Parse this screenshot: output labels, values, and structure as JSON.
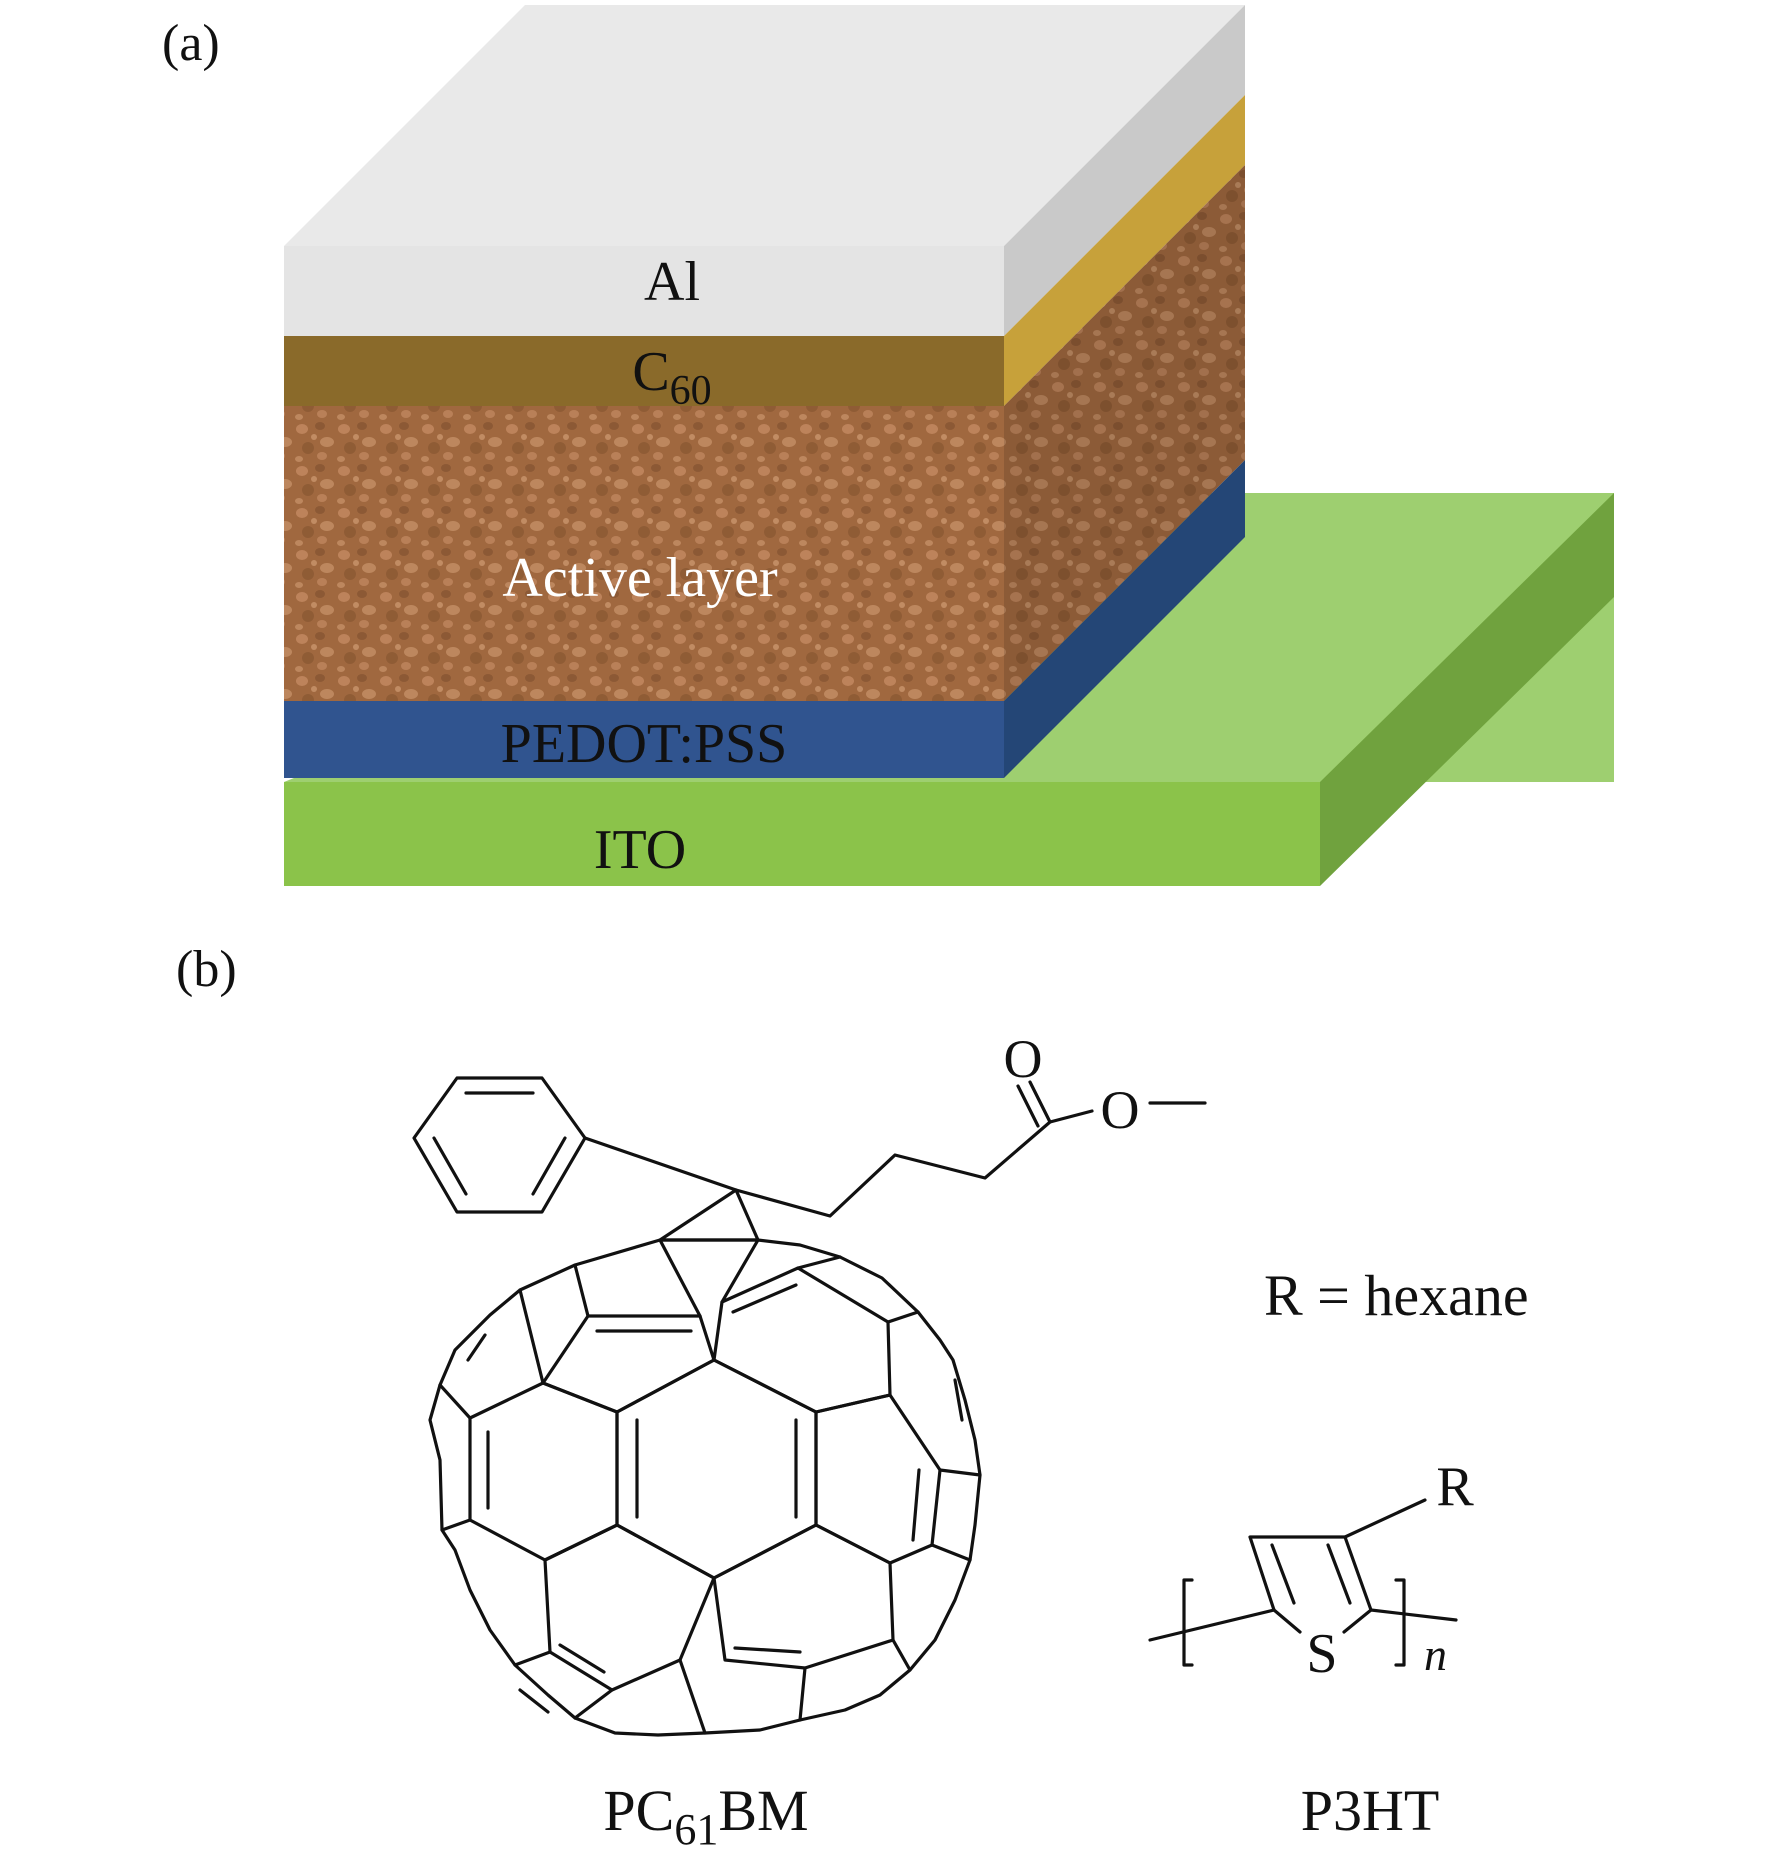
{
  "panel_a": {
    "label": "(a)",
    "layers": {
      "al": "Al",
      "c60_main": "C",
      "c60_sub": "60",
      "active": "Active layer",
      "pedot": "PEDOT:PSS",
      "ito": "ITO"
    },
    "colors": {
      "al_front": "#e4e4e4",
      "al_top": "#e9e9e9",
      "al_side": "#c9c9c9",
      "c60": "#8a6a2a",
      "c60_side": "#c7a13a",
      "active": "#a0683f",
      "pedot": "#30548f",
      "pedot_side": "#244676",
      "ito_front": "#8bc34a",
      "ito_top": "#9ecf70",
      "ito_side": "#70a23e"
    }
  },
  "panel_b": {
    "label": "(b)",
    "pcbm": {
      "name_main": "PC",
      "name_sub": "61",
      "name_end": "BM",
      "atom_o_carbonyl": "O",
      "atom_o_ester": "O"
    },
    "p3ht": {
      "name": "P3HT",
      "substituent_note": "R = hexane",
      "atom_r": "R",
      "atom_s": "S",
      "repeat": "n"
    }
  }
}
